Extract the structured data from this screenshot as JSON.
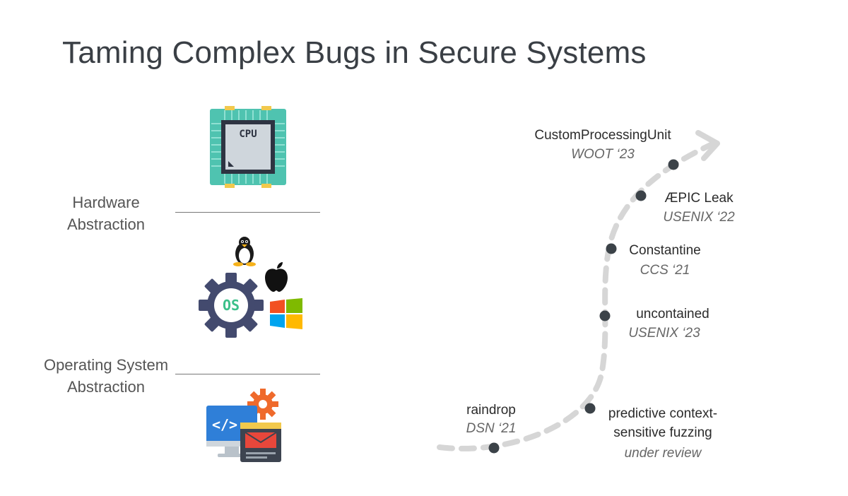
{
  "slide": {
    "title": "Taming Complex Bugs in Secure Systems"
  },
  "layers": {
    "hardware": {
      "line1": "Hardware",
      "line2": "Abstraction"
    },
    "os": {
      "line1": "Operating System",
      "line2": "Abstraction"
    }
  },
  "icons": {
    "cpu_label": "CPU",
    "os_label": "OS",
    "code_label": "</>"
  },
  "timeline": {
    "publications": [
      {
        "name": "raindrop",
        "venue": "DSN ‘21"
      },
      {
        "name": "predictive context-",
        "name2": "sensitive fuzzing",
        "venue": "under review"
      },
      {
        "name": "uncontained",
        "venue": "USENIX ‘23"
      },
      {
        "name": "Constantine",
        "venue": "CCS ‘21"
      },
      {
        "name": "ÆPIC Leak",
        "venue": "USENIX ‘22"
      },
      {
        "name": "CustomProcessingUnit",
        "venue": "WOOT ‘23"
      }
    ]
  },
  "colors": {
    "dot": "#3b4248",
    "path": "#d6d6d6",
    "cpu_board": "#4fc3b0",
    "gear": "#434a6e",
    "os_text": "#3cc08a",
    "apple": "#111111",
    "linux_beak": "#f6b21a"
  }
}
